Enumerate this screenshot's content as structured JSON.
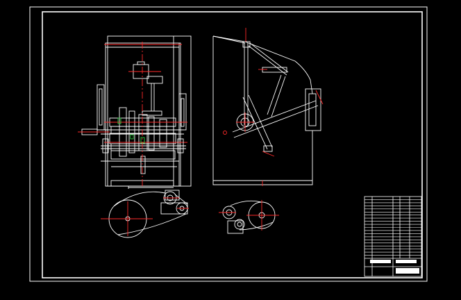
{
  "drawing": {
    "background": "#000000",
    "line_color": "#ffffff",
    "center_line_color": "#ff2a2a",
    "accent_color": "#2ecc40",
    "views": [
      {
        "name": "front-view"
      },
      {
        "name": "side-view"
      },
      {
        "name": "belt-drive-view-left"
      },
      {
        "name": "belt-drive-view-right"
      }
    ],
    "title_block": {
      "rows": 20,
      "columns": 6
    }
  }
}
